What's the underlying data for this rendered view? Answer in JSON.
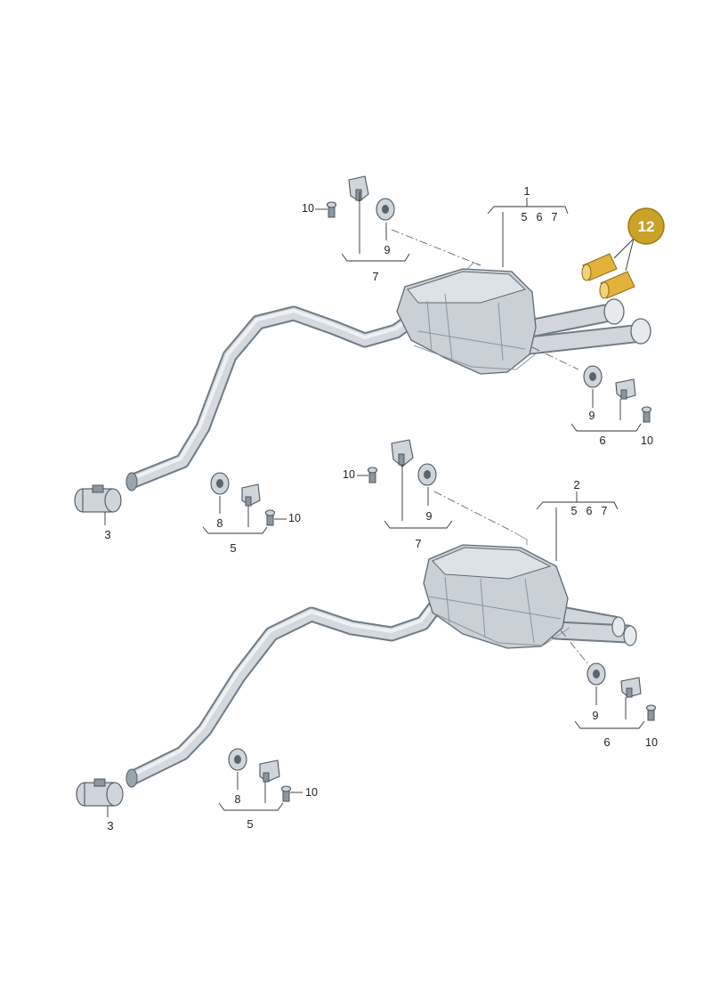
{
  "diagram": {
    "labels": {
      "upper_assembly": "1",
      "upper_sub_5": "5",
      "upper_sub_6": "6",
      "upper_sub_7": "7",
      "lower_assembly": "2",
      "lower_sub_5": "5",
      "lower_sub_6": "6",
      "lower_sub_7": "7",
      "clamp_upper": "3",
      "clamp_lower": "3",
      "mount_group_upper_left": "5",
      "mount_group_upper_right": "6",
      "mount_group_upper_top": "7",
      "mount_group_lower_left": "5",
      "mount_group_lower_right": "6",
      "mount_group_lower_top": "7",
      "rubber_mount_upper_left": "8",
      "rubber_mount_lower_left": "8",
      "rubber_mount_upper_top": "9",
      "rubber_mount_upper_right": "9",
      "rubber_mount_lower_top": "9",
      "rubber_mount_lower_right": "9",
      "bolt_upper_top": "10",
      "bolt_upper_right": "10",
      "bolt_upper_left": "10",
      "bolt_lower_top": "10",
      "bolt_lower_right": "10",
      "bolt_lower_left": "10"
    },
    "highlight_badge": {
      "label": "12",
      "color": "#c9a227"
    },
    "colors": {
      "metal": "#cfd5da",
      "outline": "#5f6a73",
      "tip_gold": "#e3b23c"
    }
  }
}
